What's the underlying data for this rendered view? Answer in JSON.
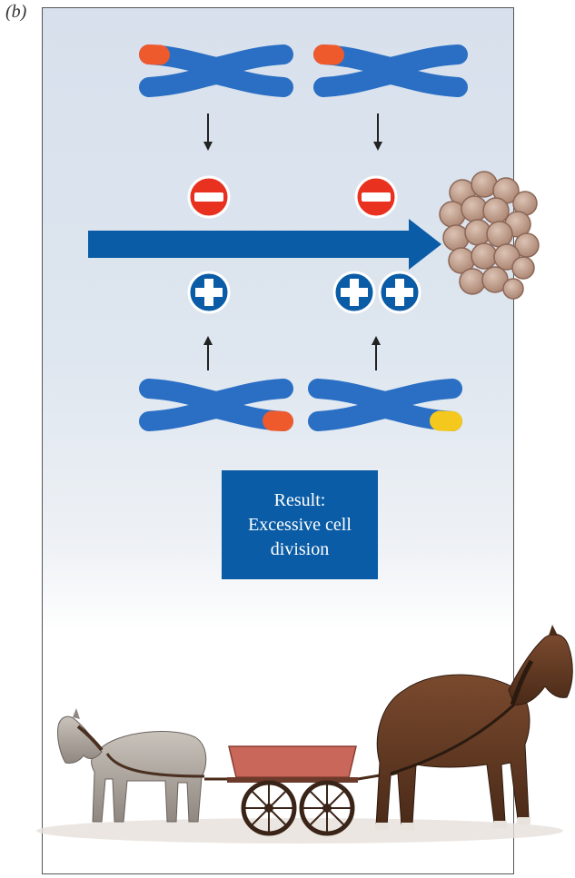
{
  "panel_label": "(b)",
  "result_box": {
    "lines": [
      "Result:",
      "Excessive cell",
      "division"
    ]
  },
  "signs": {
    "inhibit": "−",
    "promote": "+"
  },
  "colors": {
    "chromosome_blue": "#2a6fc4",
    "arrow_blue": "#0a5ca6",
    "inhibitor_red": "#e8311f",
    "mutation_red": "#ef5a2d",
    "mutation_yellow": "#f4c81c",
    "tumor_brown": "#b48d7a"
  },
  "icons": [
    "chromosome-icon",
    "inhibit-sign-icon",
    "promote-sign-icon",
    "tumor-cell-mass-icon",
    "horse-icon",
    "cart-icon"
  ]
}
